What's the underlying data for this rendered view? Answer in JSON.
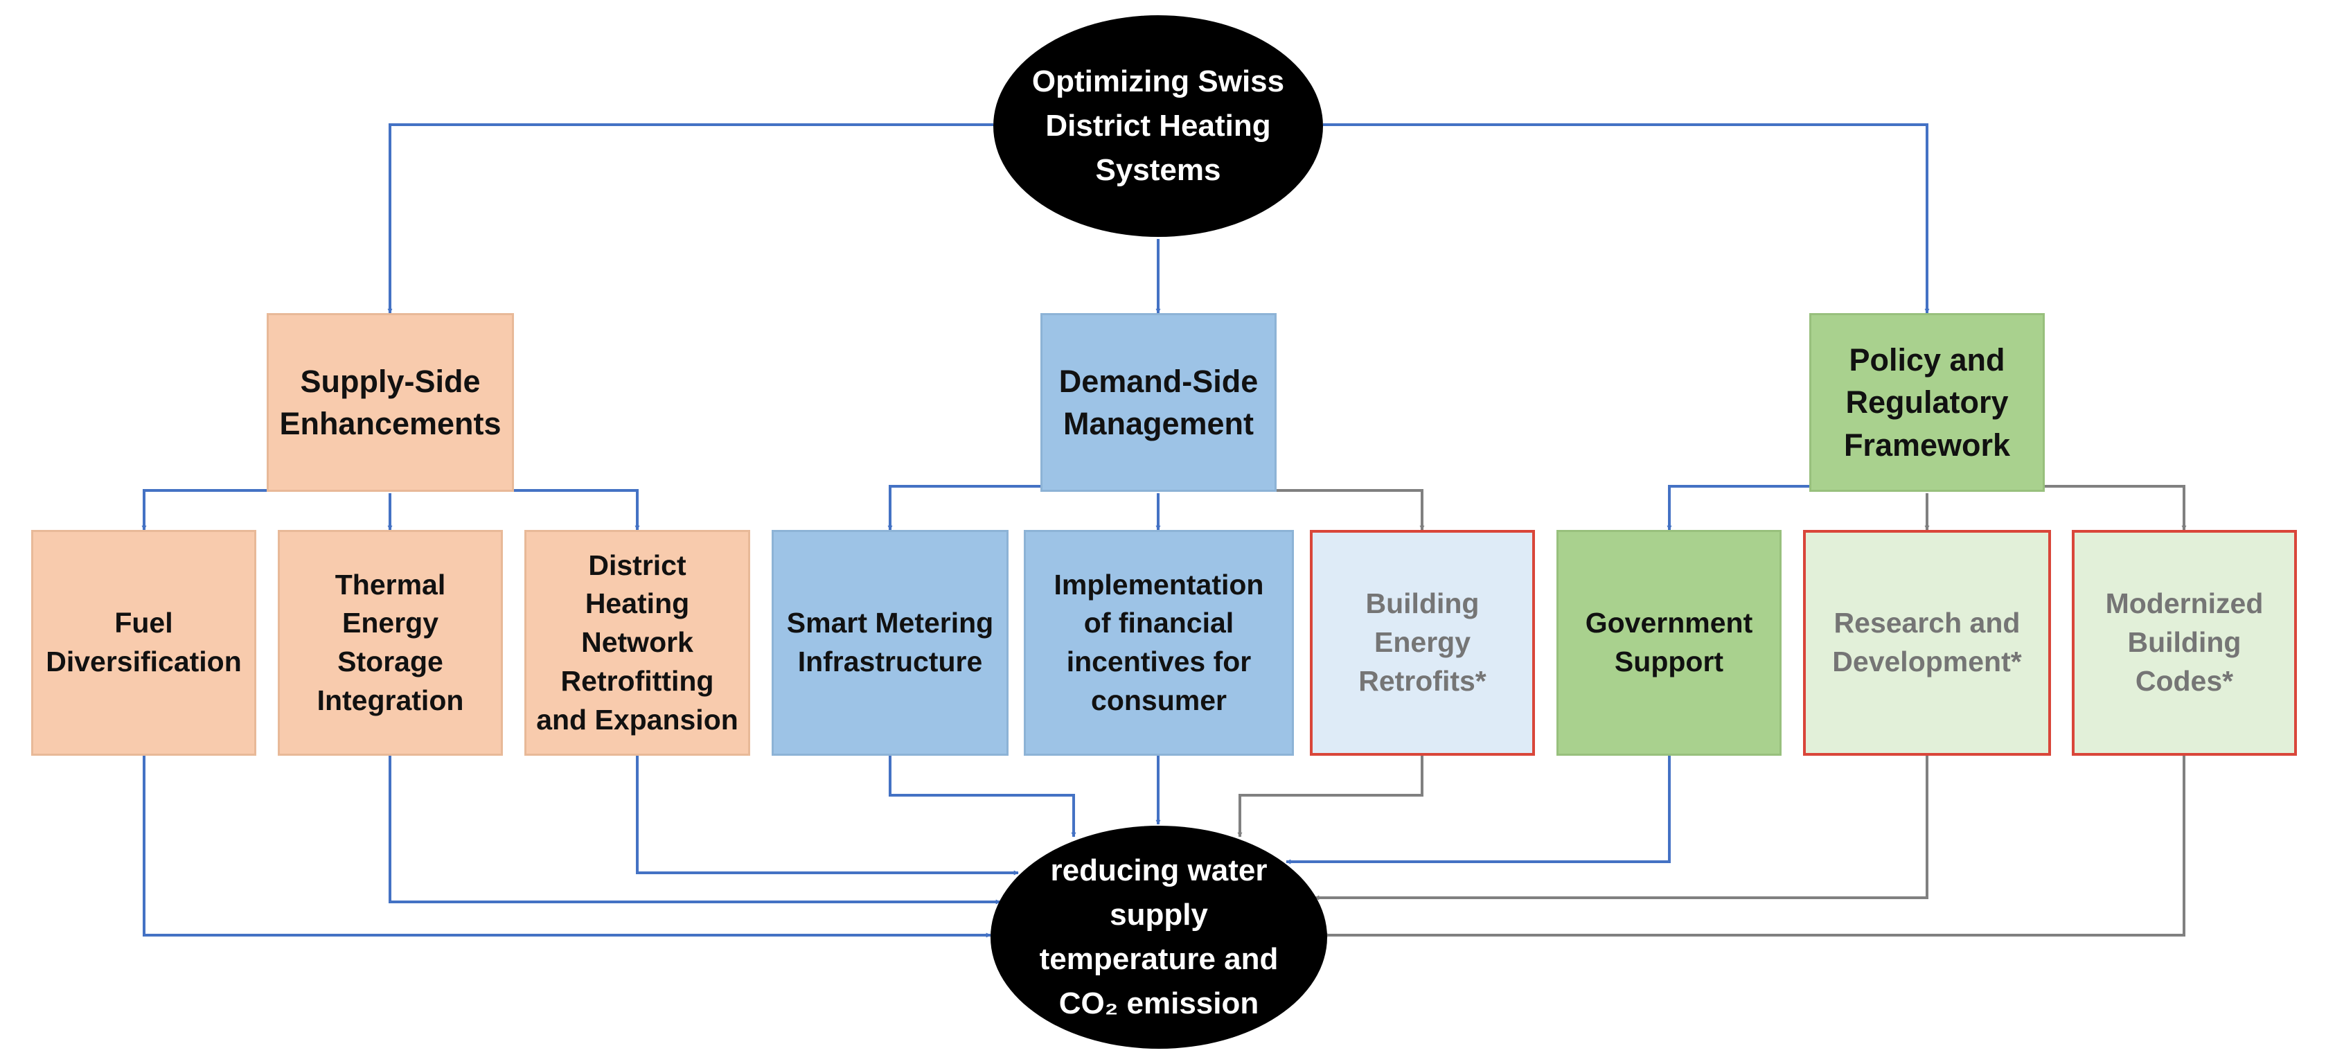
{
  "root": {
    "label": "Optimizing Swiss\nDistrict Heating\nSystems"
  },
  "goal": {
    "label": "reducing water\nsupply\ntemperature and\nCO₂ emission"
  },
  "categories": {
    "supply": {
      "label": "Supply-Side\nEnhancements"
    },
    "demand": {
      "label": "Demand-Side\nManagement"
    },
    "policy": {
      "label": "Policy and\nRegulatory\nFramework"
    }
  },
  "measures": {
    "fuel": {
      "label": "Fuel\nDiversification"
    },
    "thermal_storage": {
      "label": "Thermal\nEnergy Storage\nIntegration"
    },
    "network": {
      "label": "District\nHeating\nNetwork\nRetrofitting\nand Expansion"
    },
    "smart_metering": {
      "label": "Smart Metering\nInfrastructure"
    },
    "financial_incentives": {
      "label": "Implementation\nof financial\nincentives for\nconsumer"
    },
    "building_retrofits": {
      "label": "Building\nEnergy\nRetrofits*"
    },
    "government_support": {
      "label": "Government\nSupport"
    },
    "research": {
      "label": "Research and\nDevelopment*"
    },
    "building_codes": {
      "label": "Modernized\nBuilding\nCodes*"
    }
  },
  "colors": {
    "supply_fill": "#f8cbad",
    "demand_fill": "#9dc3e6",
    "policy_fill": "#a9d18e",
    "starred_demand_fill": "#deebf7",
    "starred_policy_fill": "#e2f0d9",
    "starred_border": "#d9463a",
    "main_arrow": "#4472c4",
    "secondary_arrow": "#808080"
  }
}
